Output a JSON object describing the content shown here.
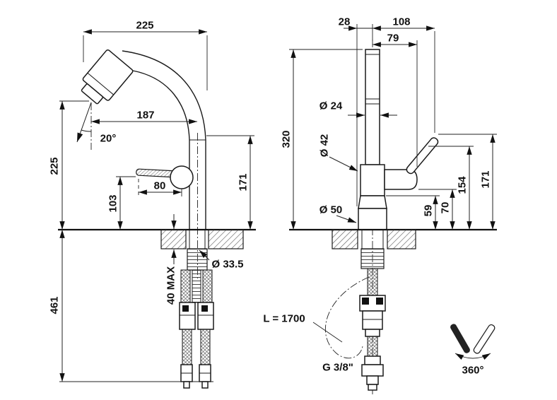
{
  "colors": {
    "line": "#1a1a1a",
    "background": "#ffffff"
  },
  "drawing": {
    "side_view": {
      "width_top": "225",
      "spout_reach": "187",
      "spray_angle": "20°",
      "spout_height": "225",
      "handle_height": "103",
      "handle_reach": "80",
      "body_height": "171",
      "under_counter_depth": "461",
      "counter_thickness_max": "40 MAX",
      "hole_diameter": "Ø 33.5"
    },
    "front_view": {
      "axis_offset": "28",
      "overall_width": "108",
      "handle_span": "79",
      "overall_height": "320",
      "spout_diameter": "Ø 24",
      "body_diameter": "Ø 42",
      "base_diameter": "Ø 50",
      "handle_base_height": "154",
      "lever_top_height": "171",
      "body_clearance": "59",
      "handle_clearance": "70",
      "hose_length": "L = 1700",
      "connection_thread": "G 3/8\"",
      "swivel_angle": "360°"
    }
  }
}
